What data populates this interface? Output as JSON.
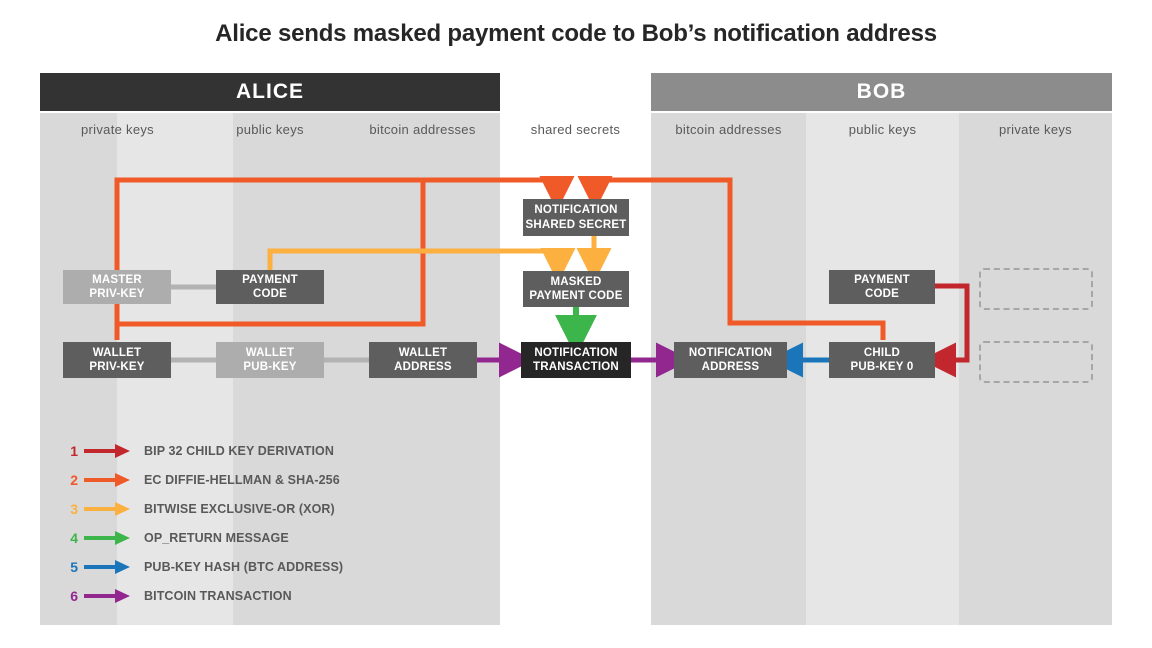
{
  "title": "Alice sends masked payment code to Bob’s notification address",
  "parties": [
    {
      "name": "ALICE",
      "color": "#333333"
    },
    {
      "name": "BOB",
      "color": "#8c8c8c"
    }
  ],
  "columns": [
    {
      "caption": "private keys",
      "owner": "alice",
      "shade": "#d9d9d9"
    },
    {
      "caption": "public keys",
      "owner": "alice",
      "shade": "#e6e6e6"
    },
    {
      "caption": "bitcoin addresses",
      "owner": "alice",
      "shade": "#d9d9d9"
    },
    {
      "caption": "shared secrets",
      "owner": "shared",
      "shade": "#ffffff"
    },
    {
      "caption": "bitcoin addresses",
      "owner": "bob",
      "shade": "#d9d9d9"
    },
    {
      "caption": "public keys",
      "owner": "bob",
      "shade": "#e6e6e6"
    },
    {
      "caption": "private keys",
      "owner": "bob",
      "shade": "#d9d9d9"
    }
  ],
  "nodes": [
    {
      "id": "alice-master-privkey",
      "lines": [
        "MASTER",
        "PRIV-KEY"
      ],
      "style": "light"
    },
    {
      "id": "alice-payment-code",
      "lines": [
        "PAYMENT",
        "CODE"
      ],
      "style": "dark"
    },
    {
      "id": "alice-wallet-privkey",
      "lines": [
        "WALLET",
        "PRIV-KEY"
      ],
      "style": "dark"
    },
    {
      "id": "alice-wallet-pubkey",
      "lines": [
        "WALLET",
        "PUB-KEY"
      ],
      "style": "light"
    },
    {
      "id": "alice-wallet-address",
      "lines": [
        "WALLET",
        "ADDRESS"
      ],
      "style": "dark"
    },
    {
      "id": "notification-shared-secret",
      "lines": [
        "NOTIFICATION",
        "SHARED SECRET"
      ],
      "style": "dark"
    },
    {
      "id": "masked-payment-code",
      "lines": [
        "MASKED",
        "PAYMENT CODE"
      ],
      "style": "dark"
    },
    {
      "id": "notification-transaction",
      "lines": [
        "NOTIFICATION",
        "TRANSACTION"
      ],
      "style": "black"
    },
    {
      "id": "bob-notification-address",
      "lines": [
        "NOTIFICATION",
        "ADDRESS"
      ],
      "style": "dark"
    },
    {
      "id": "bob-payment-code",
      "lines": [
        "PAYMENT",
        "CODE"
      ],
      "style": "dark"
    },
    {
      "id": "bob-child-pubkey-0",
      "lines": [
        "CHILD",
        "PUB-KEY 0"
      ],
      "style": "dark",
      "subscript": "0"
    },
    {
      "id": "bob-ghost-upper",
      "lines": [],
      "style": "ghost"
    },
    {
      "id": "bob-ghost-lower",
      "lines": [],
      "style": "ghost"
    }
  ],
  "legend": [
    {
      "num": "1",
      "color": "#c1272d",
      "label": "BIP 32 CHILD KEY DERIVATION"
    },
    {
      "num": "2",
      "color": "#ef5a28",
      "label": "EC DIFFIE-HELLMAN & SHA-256"
    },
    {
      "num": "3",
      "color": "#fbb040",
      "label": "BITWISE EXCLUSIVE-OR (XOR)"
    },
    {
      "num": "4",
      "color": "#3cb54a",
      "label": "OP_RETURN MESSAGE"
    },
    {
      "num": "5",
      "color": "#1b75bb",
      "label": "PUB-KEY HASH (BTC ADDRESS)"
    },
    {
      "num": "6",
      "color": "#92278f",
      "label": "BITCOIN TRANSACTION"
    }
  ],
  "edges": [
    {
      "from": "alice-master-privkey",
      "to": "alice-payment-code",
      "type": "plain"
    },
    {
      "from": "alice-wallet-privkey",
      "to": "alice-wallet-pubkey",
      "type": "plain"
    },
    {
      "from": "alice-wallet-pubkey",
      "to": "alice-wallet-address",
      "type": "plain"
    },
    {
      "from": "alice-wallet-privkey",
      "to": "notification-shared-secret",
      "type": "ecdh"
    },
    {
      "from": "bob-child-pubkey-0",
      "to": "notification-shared-secret",
      "type": "ecdh"
    },
    {
      "from": "alice-payment-code",
      "to": "masked-payment-code",
      "type": "xor"
    },
    {
      "from": "notification-shared-secret",
      "to": "masked-payment-code",
      "type": "xor"
    },
    {
      "from": "masked-payment-code",
      "to": "notification-transaction",
      "type": "opreturn"
    },
    {
      "from": "alice-wallet-address",
      "to": "notification-transaction",
      "type": "tx"
    },
    {
      "from": "notification-transaction",
      "to": "bob-notification-address",
      "type": "tx"
    },
    {
      "from": "bob-child-pubkey-0",
      "to": "bob-notification-address",
      "type": "hash"
    },
    {
      "from": "bob-payment-code",
      "to": "bob-child-pubkey-0",
      "type": "bip32"
    }
  ],
  "colors": {
    "bip32": "#c1272d",
    "ecdh": "#ef5a28",
    "xor": "#fbb040",
    "opreturn": "#3cb54a",
    "hash": "#1b75bb",
    "tx": "#92278f",
    "plain": "#b3b3b3"
  }
}
